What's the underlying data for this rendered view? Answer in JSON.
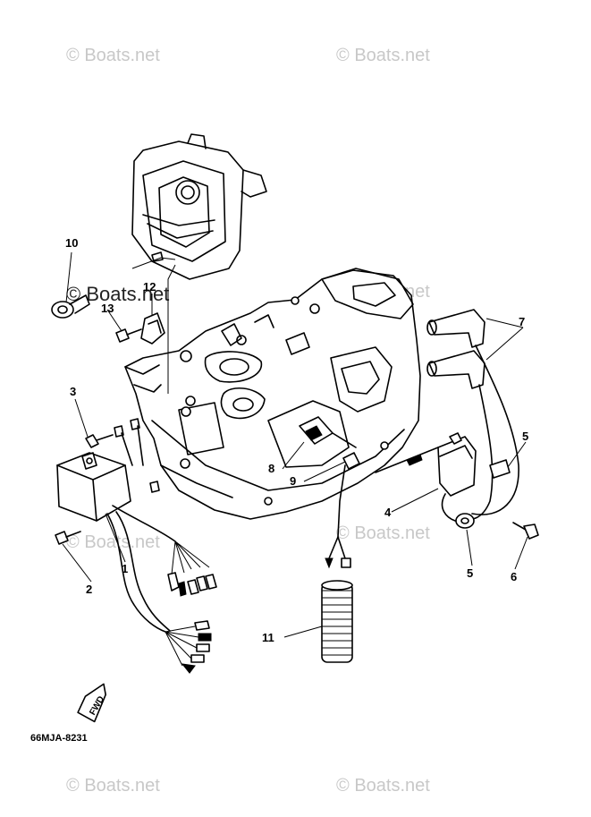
{
  "watermark": {
    "text": "Boats.net",
    "symbol": "©"
  },
  "callouts": {
    "c1": "1",
    "c2": "2",
    "c3": "3",
    "c4": "4",
    "c5a": "5",
    "c5b": "5",
    "c6": "6",
    "c7": "7",
    "c8": "8",
    "c9": "9",
    "c10": "10",
    "c11": "11",
    "c12": "12",
    "c13": "13"
  },
  "fwd_label": "FWD",
  "drawing_code": "66MJA-8231"
}
